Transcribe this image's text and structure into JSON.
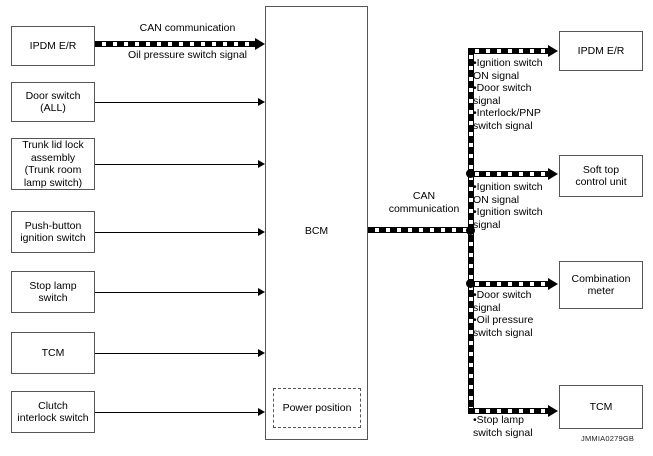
{
  "figure": {
    "id_code": "JMMIA0279GB",
    "bcm_label": "BCM",
    "power_position_label": "Power position"
  },
  "inputs": [
    {
      "label": "IPDM E/R",
      "signal_type": "can"
    },
    {
      "label": "Door switch\n(ALL)",
      "signal_type": "solid"
    },
    {
      "label": "Trunk lid lock\nassembly\n(Trunk room\nlamp switch)",
      "signal_type": "solid"
    },
    {
      "label": "Push-button\nignition switch",
      "signal_type": "solid"
    },
    {
      "label": "Stop lamp\nswitch",
      "signal_type": "solid"
    },
    {
      "label": "TCM",
      "signal_type": "solid"
    },
    {
      "label": "Clutch\ninterlock switch",
      "signal_type": "solid"
    }
  ],
  "input_can_labels": {
    "above": "CAN communication",
    "below": "Oil pressure switch signal"
  },
  "bus": {
    "label": "CAN\ncommunication"
  },
  "outputs": [
    {
      "label": "IPDM E/R",
      "signals": "•Ignition switch\n ON signal\n•Door switch\n signal\n•Interlock/PNP\n switch signal"
    },
    {
      "label": "Soft top\ncontrol unit",
      "signals": "•Ignition switch\n ON signal\n•Ignition switch\n signal"
    },
    {
      "label": "Combination\nmeter",
      "signals": "•Door switch\n signal\n•Oil pressure\n switch signal"
    },
    {
      "label": "TCM",
      "signals": "•Stop lamp\n switch signal"
    }
  ],
  "colors": {
    "line": "#000000",
    "box_border": "#555555",
    "background": "#ffffff"
  }
}
